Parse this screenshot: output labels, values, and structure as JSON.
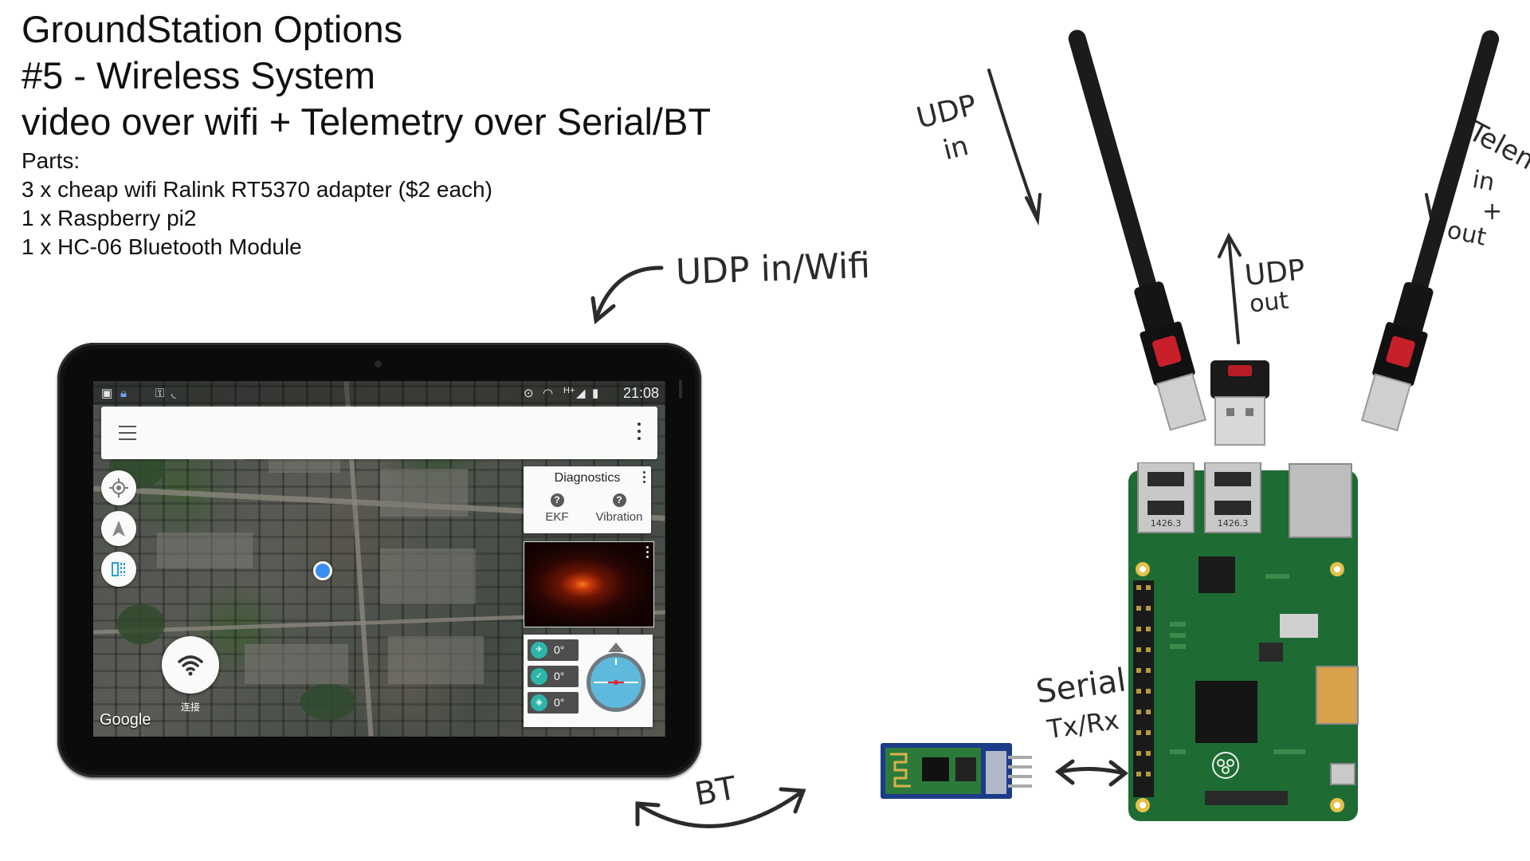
{
  "header": {
    "title": "GroundStation Options",
    "subtitle": "#5 - Wireless System",
    "description": "video over wifi + Telemetry over  Serial/BT",
    "parts_heading": "Parts:",
    "parts": [
      "3 x cheap wifi Ralink RT5370 adapter ($2 each)",
      "1 x Raspberry pi2",
      "1 x HC-06 Bluetooth Module"
    ]
  },
  "annotations": {
    "udp_in_wifi": "UDP in/Wifi",
    "udp_in_line1": "UDP",
    "udp_in_line2": "in",
    "udp_out_line1": "UDP",
    "udp_out_line2": "out",
    "telem_line1": "Telem",
    "telem_line2": "in",
    "telem_line3": "+",
    "telem_line4": "out",
    "serial_line1": "Serial",
    "serial_line2": "Tx/Rx",
    "bt": "BT"
  },
  "tablet": {
    "status_time": "21:08",
    "network_label": "H+",
    "google_label": "Google",
    "connect_label": "连接",
    "diagnostics": {
      "title": "Diagnostics",
      "items": [
        {
          "label": "EKF",
          "icon": "question-icon"
        },
        {
          "label": "Vibration",
          "icon": "question-icon"
        }
      ]
    },
    "telemetry": [
      {
        "icon": "airplane-icon",
        "value": "0°"
      },
      {
        "icon": "pitch-icon",
        "value": "0°"
      },
      {
        "icon": "compass-icon",
        "value": "0°"
      }
    ]
  },
  "hardware": {
    "usb_label": "1426.3",
    "colors": {
      "pcb": "#1f6b34",
      "bt_board": "#1c3c8a",
      "antenna": "#1b1b1b",
      "accent_teal": "#2cb5a8",
      "map_marker": "#3a8ef0"
    }
  }
}
